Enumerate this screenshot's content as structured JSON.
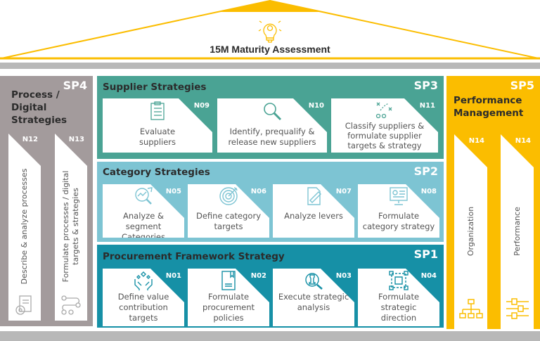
{
  "roof": {
    "title": "15M Maturity Assessment",
    "icon": "lightbulb-gear-icon"
  },
  "colors": {
    "sp1": "#1690a6",
    "sp2": "#7dc4d3",
    "sp3": "#4aa394",
    "sp4": "#a39b9c",
    "sp5": "#fbbd00"
  },
  "sp4": {
    "code": "SP4",
    "title": "Process / Digital Strategies",
    "cards": [
      {
        "id": "N12",
        "label": "Describe & analyze processes",
        "icon": "document-gear-icon"
      },
      {
        "id": "N13",
        "label": "Formulate processes / digital targets & strategies",
        "icon": "process-flow-icon"
      }
    ]
  },
  "sp3": {
    "code": "SP3",
    "title": "Supplier Strategies",
    "cards": [
      {
        "id": "N09",
        "label": "Evaluate suppliers",
        "icon": "clipboard-checklist-icon"
      },
      {
        "id": "N10",
        "label": "Identify, prequalify & release new suppliers",
        "icon": "magnifier-icon"
      },
      {
        "id": "N11",
        "label": "Classify suppliers & formulate supplier targets & strategy",
        "icon": "strategy-play-icon"
      }
    ]
  },
  "sp2": {
    "code": "SP2",
    "title": "Category Strategies",
    "cards": [
      {
        "id": "N05",
        "label": "Analyze & segment Categories",
        "icon": "chart-magnifier-icon"
      },
      {
        "id": "N06",
        "label": "Define category targets",
        "icon": "target-icon"
      },
      {
        "id": "N07",
        "label": "Analyze levers",
        "icon": "document-pencil-icon"
      },
      {
        "id": "N08",
        "label": "Formulate category strategy",
        "icon": "monitor-dashboard-icon"
      }
    ]
  },
  "sp1": {
    "code": "SP1",
    "title": "Procurement Framework Strategy",
    "cards": [
      {
        "id": "N01",
        "label": "Define value contribution targets",
        "icon": "hands-diamonds-icon"
      },
      {
        "id": "N02",
        "label": "Formulate procurement policies",
        "icon": "book-icon"
      },
      {
        "id": "N03",
        "label": "Execute strategic analysis",
        "icon": "chess-magnifier-icon"
      },
      {
        "id": "N04",
        "label": "Formulate strategic direction",
        "icon": "puzzle-icon"
      }
    ]
  },
  "sp5": {
    "code": "SP5",
    "title": "Performance Management",
    "cards": [
      {
        "id": "N14",
        "label": "Organization",
        "icon": "org-chart-icon"
      },
      {
        "id": "N14",
        "label": "Performance",
        "icon": "sliders-icon"
      }
    ]
  }
}
